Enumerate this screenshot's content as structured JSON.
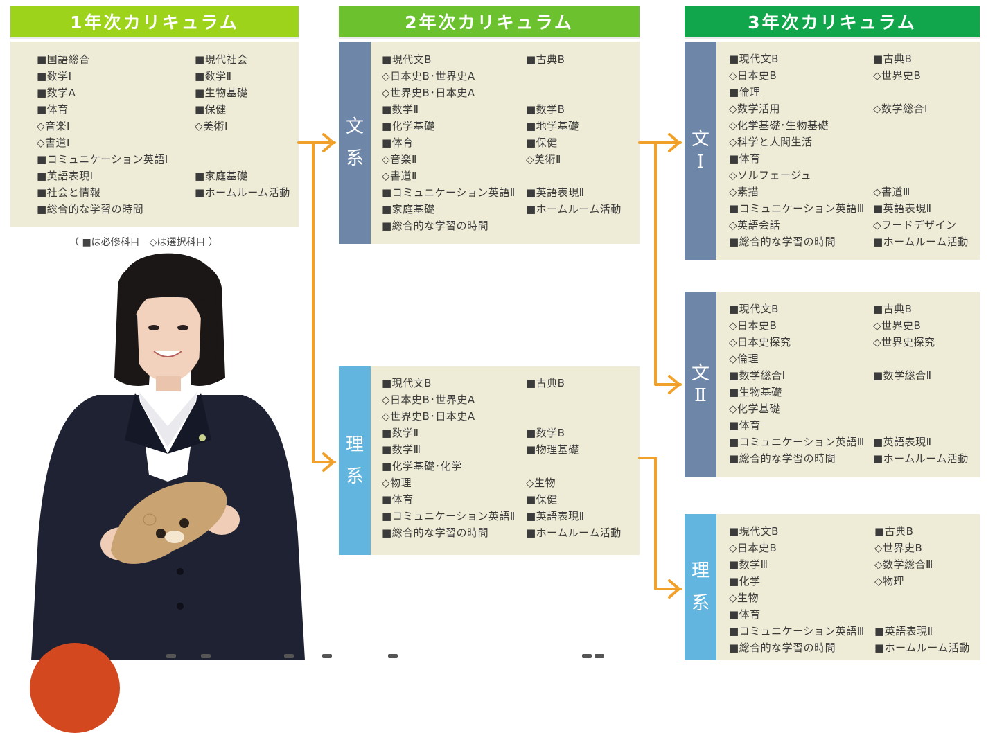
{
  "year1": {
    "title": "1年次カリキュラム",
    "color": "#9dd31b",
    "left": [
      "■国語総合",
      "■数学Ⅰ",
      "■数学A",
      "■体育",
      "◇音楽Ⅰ",
      "◇書道Ⅰ",
      "■コミュニケーション英語Ⅰ",
      "■英語表現Ⅰ",
      "■社会と情報",
      "■総合的な学習の時間"
    ],
    "right": [
      "■現代社会",
      "■数学Ⅱ",
      "■生物基礎",
      "■保健",
      "◇美術Ⅰ",
      "",
      "",
      "■家庭基礎",
      "■ホームルーム活動",
      ""
    ]
  },
  "legend": "（ ■は必修科目　◇は選択科目 ）",
  "year2": {
    "title": "2年次カリキュラム",
    "color": "#6cc12e",
    "bunkei": {
      "band_char1": "文",
      "band_char2": "系",
      "band_color": "#6e87a9",
      "left": [
        "■現代文B",
        "◇日本史B･世界史A",
        "◇世界史B･日本史A",
        "■数学Ⅱ",
        "■化学基礎",
        "■体育",
        "◇音楽Ⅱ",
        "◇書道Ⅱ",
        "■コミュニケーション英語Ⅱ",
        "■家庭基礎",
        "■総合的な学習の時間"
      ],
      "right": [
        "■古典B",
        "",
        "",
        "■数学B",
        "■地学基礎",
        "■保健",
        "◇美術Ⅱ",
        "",
        "■英語表現Ⅱ",
        "■ホームルーム活動",
        ""
      ]
    },
    "rikei": {
      "band_char1": "理",
      "band_char2": "系",
      "band_color": "#62b5de",
      "left": [
        "■現代文B",
        "◇日本史B･世界史A",
        "◇世界史B･日本史A",
        "■数学Ⅱ",
        "■数学Ⅲ",
        "■化学基礎･化学",
        "◇物理",
        "■体育",
        "■コミュニケーション英語Ⅱ",
        "■総合的な学習の時間"
      ],
      "right": [
        "■古典B",
        "",
        "",
        "■数学B",
        "■物理基礎",
        "",
        "◇生物",
        "■保健",
        "■英語表現Ⅱ",
        "■ホームルーム活動"
      ]
    }
  },
  "year3": {
    "title": "3年次カリキュラム",
    "color": "#12a64c",
    "bun1": {
      "band_char1": "文",
      "band_char2": "Ⅰ",
      "band_color": "#6e87a9",
      "left": [
        "■現代文B",
        "◇日本史B",
        "■倫理",
        "◇数学活用",
        "◇化学基礎･生物基礎",
        "◇科学と人間生活",
        "■体育",
        "◇ソルフェージュ",
        "◇素描",
        "■コミュニケーション英語Ⅲ",
        "◇英語会話",
        "■総合的な学習の時間"
      ],
      "right": [
        "■古典B",
        "◇世界史B",
        "",
        "◇数学総合Ⅰ",
        "",
        "",
        "",
        "",
        "◇書道Ⅲ",
        "■英語表現Ⅱ",
        "◇フードデザイン",
        "■ホームルーム活動"
      ]
    },
    "bun2": {
      "band_char1": "文",
      "band_char2": "Ⅱ",
      "band_color": "#6e87a9",
      "left": [
        "■現代文B",
        "◇日本史B",
        "◇日本史探究",
        "◇倫理",
        "■数学総合Ⅰ",
        "■生物基礎",
        "◇化学基礎",
        "■体育",
        "■コミュニケーション英語Ⅲ",
        "■総合的な学習の時間"
      ],
      "right": [
        "■古典B",
        "◇世界史B",
        "◇世界史探究",
        "",
        "■数学総合Ⅱ",
        "",
        "",
        "",
        "■英語表現Ⅱ",
        "■ホームルーム活動"
      ]
    },
    "rikei": {
      "band_char1": "理",
      "band_char2": "系",
      "band_color": "#62b5de",
      "left": [
        "■現代文B",
        "◇日本史B",
        "■数学Ⅲ",
        "■化学",
        "◇生物",
        "■体育",
        "■コミュニケーション英語Ⅲ",
        "■総合的な学習の時間"
      ],
      "right": [
        "■古典B",
        "◇世界史B",
        "◇数学総合Ⅲ",
        "◇物理",
        "",
        "",
        "■英語表現Ⅱ",
        "■ホームルーム活動"
      ]
    }
  },
  "connector_color": "#f1a12a",
  "box_color": "#eeebd6"
}
